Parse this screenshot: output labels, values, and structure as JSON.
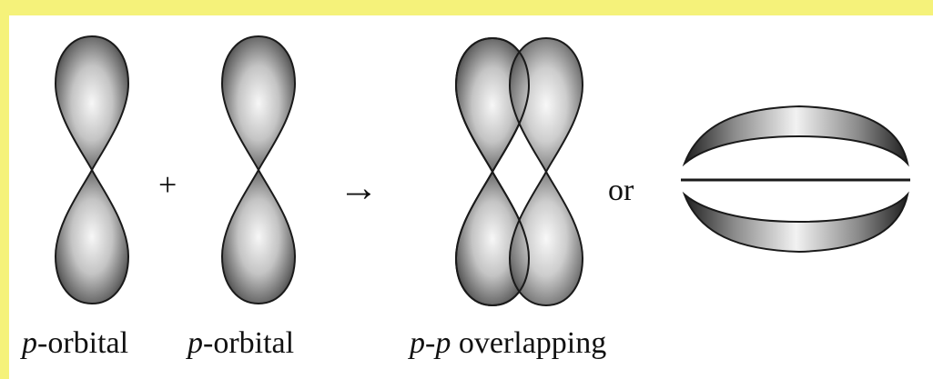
{
  "labels": {
    "p_orbital_1": {
      "prefix": "p",
      "suffix": "-orbital"
    },
    "p_orbital_2": {
      "prefix": "p",
      "suffix": "-orbital"
    },
    "overlap": {
      "prefix": "p-p",
      "suffix": " overlapping"
    }
  },
  "symbols": {
    "plus": "+",
    "arrow": "→",
    "or": "or"
  },
  "colors": {
    "frame": "#f5f27a",
    "panel": "#ffffff",
    "lobe_edge": "#1a1a1a",
    "lobe_dark": "#2b2b2b",
    "lobe_light": "#f7f7f7"
  }
}
